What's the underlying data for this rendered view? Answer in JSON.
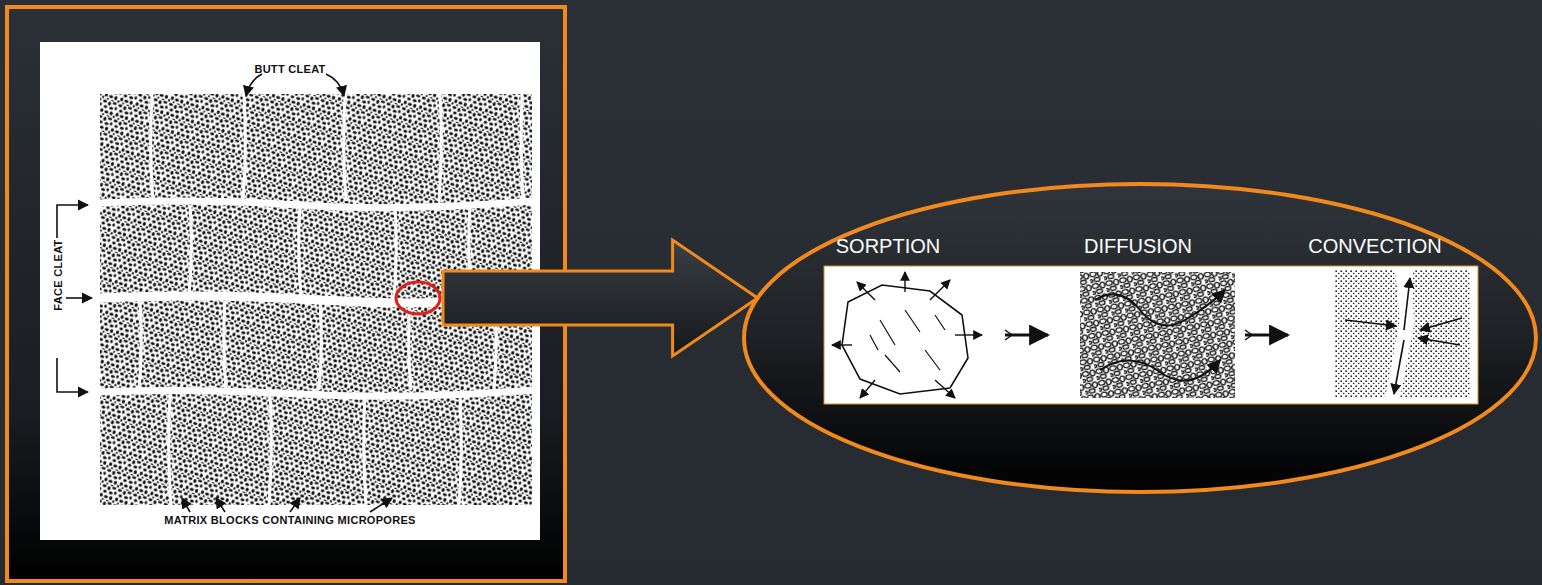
{
  "diagram": {
    "nodes": [
      {
        "text": [
          "BUTT CLEAT",
          "FACE CLEAT",
          "MATRIX BLOCKS CONTAINING MICROPORES"
        ]
      },
      {
        "text": [
          "SORPTION",
          "DIFFUSION",
          "CONVECTION"
        ]
      }
    ],
    "edges": [
      {
        "from": 0,
        "to": 1,
        "arrow": "to"
      }
    ]
  }
}
